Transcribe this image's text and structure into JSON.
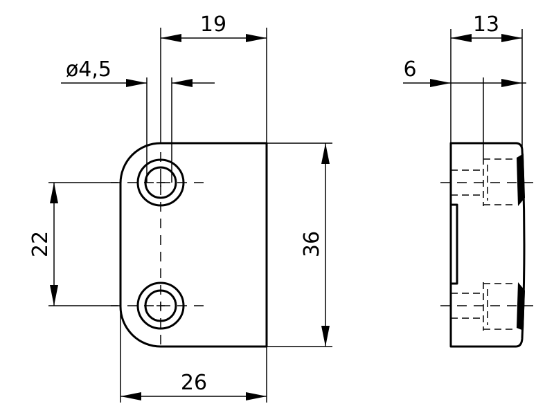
{
  "drawing": {
    "dimensions": {
      "width_top": "19",
      "hole_diameter": "ø4,5",
      "hole_spacing": "22",
      "height": "36",
      "width_bottom": "26",
      "side_depth": "13",
      "side_offset": "6"
    }
  }
}
